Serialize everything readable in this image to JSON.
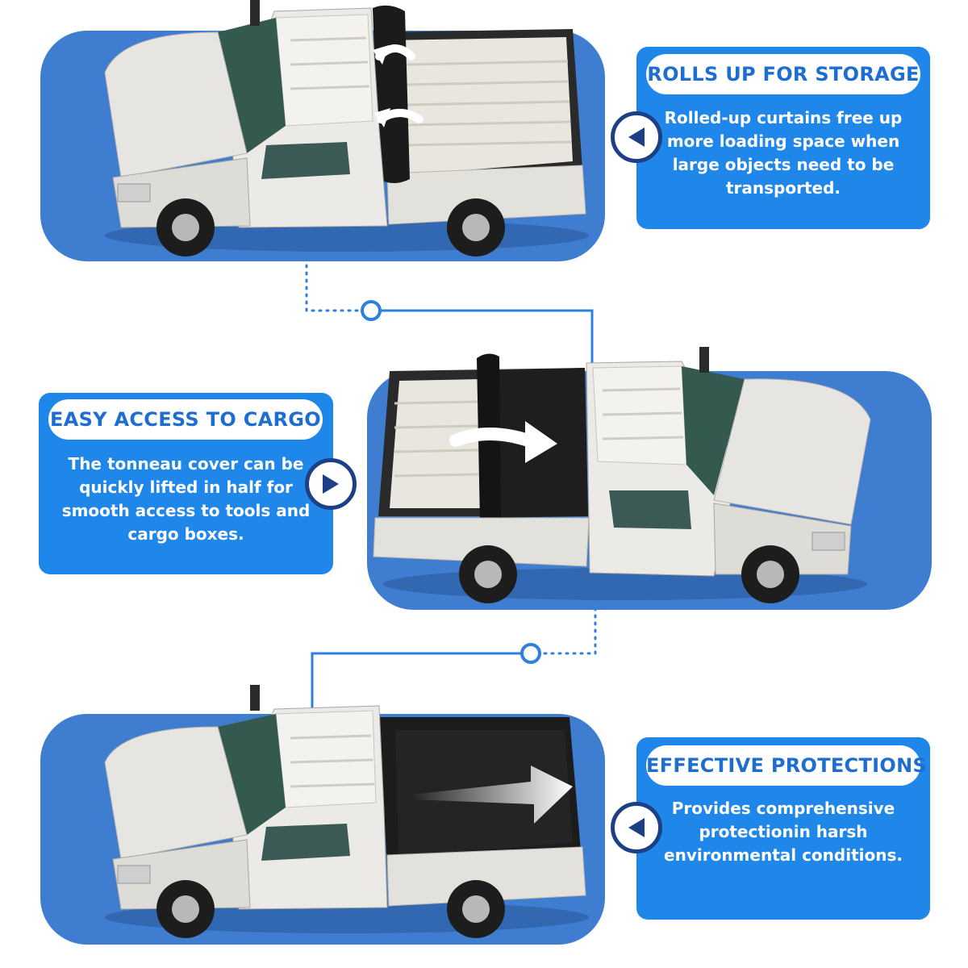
{
  "features": [
    {
      "title": "ROLLS UP FOR STORAGE",
      "description": "Rolled-up curtains free up more loading space when large objects need to be transported.",
      "arrow_direction": "left",
      "cover_state": "rolled-up"
    },
    {
      "title": "EASY ACCESS TO CARGO",
      "description": "The tonneau cover can be quickly lifted in half for smooth access to tools and cargo boxes.",
      "arrow_direction": "right",
      "cover_state": "folded-half"
    },
    {
      "title": "EFFECTIVE PROTECTIONS",
      "description": "Provides comprehensive protectionin harsh environmental conditions.",
      "arrow_direction": "left",
      "cover_state": "closed"
    }
  ],
  "colors": {
    "band_blue": "#3f7dd1",
    "box_blue": "#1f87ea",
    "title_blue": "#1e6ed1",
    "badge_border": "#1c3f86",
    "connector_blue": "#2d7fe0"
  }
}
